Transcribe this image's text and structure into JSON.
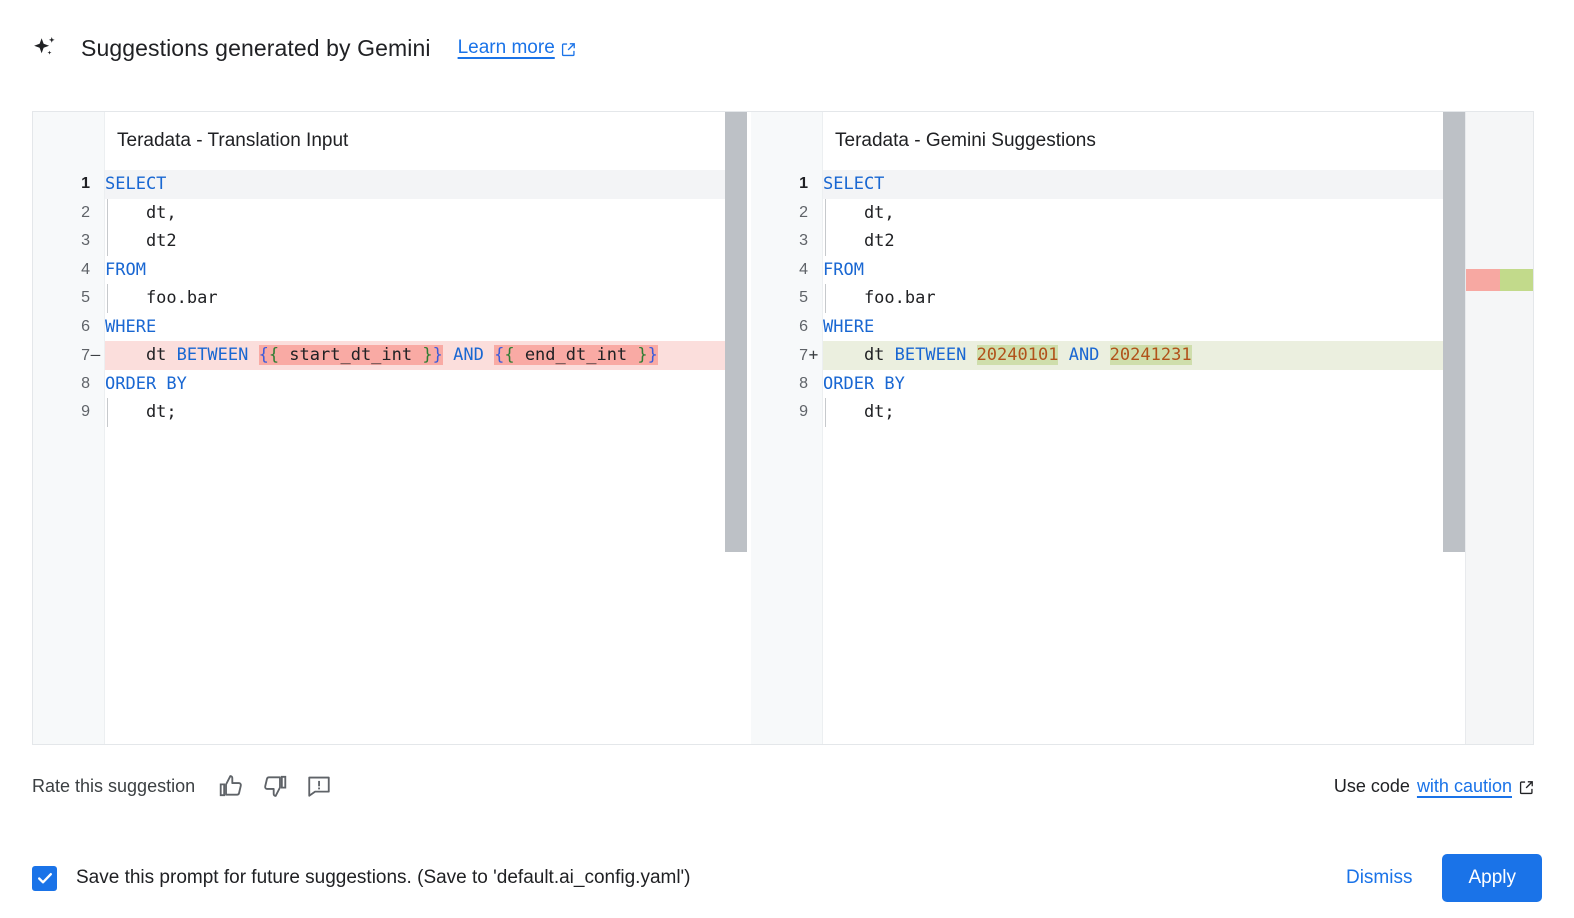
{
  "header": {
    "icon": "sparkle-icon",
    "title": "Suggestions generated by Gemini",
    "learn_more": "Learn more",
    "learn_more_icon": "external-link-icon"
  },
  "colors": {
    "accent": "#1a73e8",
    "link": "#1a73e8",
    "keyword": "#1967d2",
    "number_literal": "#b1521a",
    "diff_removed_bg": "#fbdedc",
    "diff_removed_word_bg": "#f9aaa4",
    "diff_added_bg": "#ebefdf",
    "diff_added_word_bg": "#cfdeac",
    "overview_removed": "#f7a8a2",
    "overview_added": "#c2da8b",
    "scrollbar": "#bdc1c6"
  },
  "diff": {
    "left_pane": {
      "title": "Teradata - Translation Input",
      "lines": [
        {
          "n": "1",
          "sign": "",
          "state": "active",
          "indent": false,
          "tokens": [
            {
              "t": "SELECT",
              "c": "kw"
            }
          ]
        },
        {
          "n": "2",
          "sign": "",
          "state": "",
          "indent": true,
          "tokens": [
            {
              "t": "    dt,",
              "c": "pln"
            }
          ]
        },
        {
          "n": "3",
          "sign": "",
          "state": "",
          "indent": true,
          "tokens": [
            {
              "t": "    dt2",
              "c": "pln"
            }
          ]
        },
        {
          "n": "4",
          "sign": "",
          "state": "",
          "indent": false,
          "tokens": [
            {
              "t": "FROM",
              "c": "kw"
            }
          ]
        },
        {
          "n": "5",
          "sign": "",
          "state": "",
          "indent": true,
          "tokens": [
            {
              "t": "    foo.bar",
              "c": "pln"
            }
          ]
        },
        {
          "n": "6",
          "sign": "",
          "state": "",
          "indent": false,
          "tokens": [
            {
              "t": "WHERE",
              "c": "kw"
            }
          ]
        },
        {
          "n": "7",
          "sign": "—",
          "state": "removed",
          "indent": false,
          "tokens": [
            {
              "t": "    dt ",
              "c": "pln"
            },
            {
              "t": "BETWEEN",
              "c": "kw"
            },
            {
              "t": " ",
              "c": "pln"
            },
            {
              "t": "{",
              "c": "brace-a hl-del"
            },
            {
              "t": "{",
              "c": "brace-b hl-del"
            },
            {
              "t": " start_dt_int ",
              "c": "pln hl-del"
            },
            {
              "t": "}",
              "c": "brace-b hl-del"
            },
            {
              "t": "}",
              "c": "brace-a hl-del"
            },
            {
              "t": " ",
              "c": "pln"
            },
            {
              "t": "AND",
              "c": "kw"
            },
            {
              "t": " ",
              "c": "pln"
            },
            {
              "t": "{",
              "c": "brace-a hl-del"
            },
            {
              "t": "{",
              "c": "brace-b hl-del"
            },
            {
              "t": " end_dt_int ",
              "c": "pln hl-del"
            },
            {
              "t": "}",
              "c": "brace-b hl-del"
            },
            {
              "t": "}",
              "c": "brace-a hl-del"
            }
          ]
        },
        {
          "n": "8",
          "sign": "",
          "state": "",
          "indent": false,
          "tokens": [
            {
              "t": "ORDER BY",
              "c": "kw"
            }
          ]
        },
        {
          "n": "9",
          "sign": "",
          "state": "",
          "indent": true,
          "tokens": [
            {
              "t": "    dt;",
              "c": "pln"
            }
          ]
        }
      ]
    },
    "right_pane": {
      "title": "Teradata - Gemini Suggestions",
      "lines": [
        {
          "n": "1",
          "sign": "",
          "state": "active",
          "indent": false,
          "tokens": [
            {
              "t": "SELECT",
              "c": "kw"
            }
          ]
        },
        {
          "n": "2",
          "sign": "",
          "state": "",
          "indent": true,
          "tokens": [
            {
              "t": "    dt,",
              "c": "pln"
            }
          ]
        },
        {
          "n": "3",
          "sign": "",
          "state": "",
          "indent": true,
          "tokens": [
            {
              "t": "    dt2",
              "c": "pln"
            }
          ]
        },
        {
          "n": "4",
          "sign": "",
          "state": "",
          "indent": false,
          "tokens": [
            {
              "t": "FROM",
              "c": "kw"
            }
          ]
        },
        {
          "n": "5",
          "sign": "",
          "state": "",
          "indent": true,
          "tokens": [
            {
              "t": "    foo.bar",
              "c": "pln"
            }
          ]
        },
        {
          "n": "6",
          "sign": "",
          "state": "",
          "indent": false,
          "tokens": [
            {
              "t": "WHERE",
              "c": "kw"
            }
          ]
        },
        {
          "n": "7",
          "sign": "+",
          "state": "added",
          "indent": false,
          "tokens": [
            {
              "t": "    dt ",
              "c": "pln"
            },
            {
              "t": "BETWEEN",
              "c": "kw"
            },
            {
              "t": " ",
              "c": "pln"
            },
            {
              "t": "20240101",
              "c": "num-lit hl-add"
            },
            {
              "t": " ",
              "c": "pln"
            },
            {
              "t": "AND",
              "c": "kw"
            },
            {
              "t": " ",
              "c": "pln"
            },
            {
              "t": "20241231",
              "c": "num-lit hl-add"
            }
          ]
        },
        {
          "n": "8",
          "sign": "",
          "state": "",
          "indent": false,
          "tokens": [
            {
              "t": "ORDER BY",
              "c": "kw"
            }
          ]
        },
        {
          "n": "9",
          "sign": "",
          "state": "",
          "indent": true,
          "tokens": [
            {
              "t": "    dt;",
              "c": "pln"
            }
          ]
        }
      ]
    }
  },
  "rate": {
    "label": "Rate this suggestion",
    "thumb_up_icon": "thumb-up-icon",
    "thumb_down_icon": "thumb-down-icon",
    "report_icon": "report-feedback-icon",
    "use_code_prefix": "Use code",
    "use_code_link": "with caution",
    "use_code_icon": "external-link-icon"
  },
  "footer": {
    "checkbox_checked": true,
    "checkbox_label": "Save this prompt for future suggestions. (Save to 'default.ai_config.yaml')",
    "dismiss_label": "Dismiss",
    "apply_label": "Apply"
  }
}
